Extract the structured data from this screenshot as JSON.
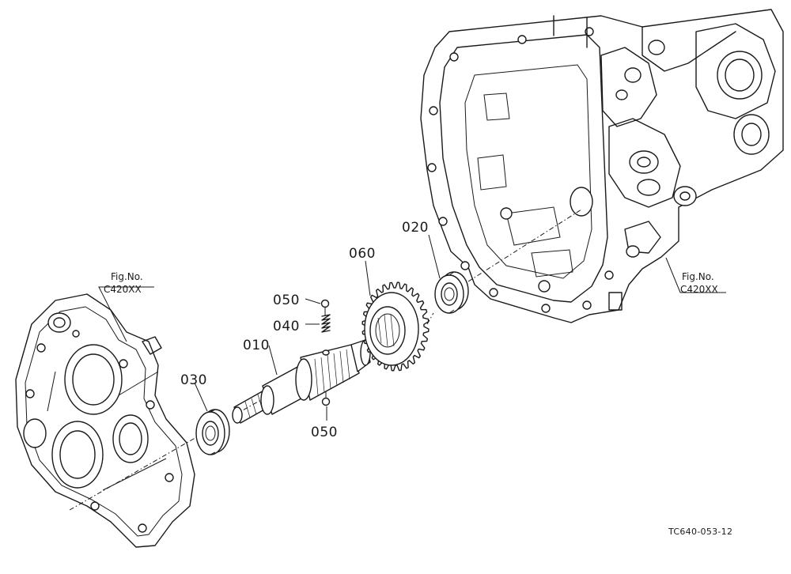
{
  "labels": {
    "p010": "010",
    "p020": "020",
    "p030": "030",
    "p040": "040",
    "p050_top": "050",
    "p050_bottom": "050",
    "p060": "060"
  },
  "figure_refs": {
    "left_line1": "Fig.No.",
    "left_line2": "C420XX",
    "right_line1": "Fig.No.",
    "right_line2": "C420XX"
  },
  "drawing_code": "TC640-053-12"
}
